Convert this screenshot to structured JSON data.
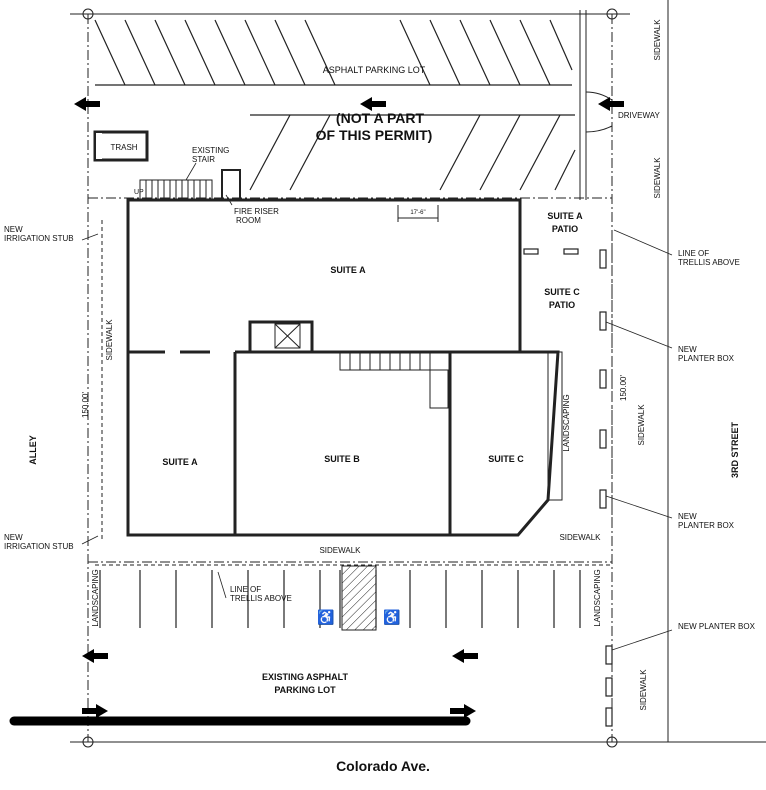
{
  "labels": {
    "asphalt_lot_top": "ASPHALT PARKING LOT",
    "not_part_1": "(NOT A PART",
    "not_part_2": "OF THIS PERMIT)",
    "trash": "TRASH",
    "existing_stair_1": "EXISTING",
    "existing_stair_2": "STAIR",
    "up": "UP",
    "fire_riser_1": "FIRE RISER",
    "fire_riser_2": "ROOM",
    "new_irrigation_top_1": "NEW",
    "new_irrigation_top_2": "IRRIGATION STUB",
    "new_irrigation_bot_1": "NEW",
    "new_irrigation_bot_2": "IRRIGATION STUB",
    "suite_a_top": "SUITE A",
    "suite_a_bottom": "SUITE A",
    "suite_b": "SUITE B",
    "suite_c": "SUITE C",
    "suite_a_patio_1": "SUITE A",
    "suite_a_patio_2": "PATIO",
    "suite_c_patio_1": "SUITE C",
    "suite_c_patio_2": "PATIO",
    "line_trellis_top_1": "LINE OF",
    "line_trellis_top_2": "TRELLIS ABOVE",
    "line_trellis_bot_1": "LINE OF",
    "line_trellis_bot_2": "TRELLIS ABOVE",
    "new_planter_1a": "NEW",
    "new_planter_1b": "PLANTER BOX",
    "new_planter_2a": "NEW",
    "new_planter_2b": "PLANTER BOX",
    "new_planter_3a": "NEW PLANTER BOX",
    "driveway": "DRIVEWAY",
    "sidewalk": "SIDEWALK",
    "landscaping": "LANDSCAPING",
    "alley": "ALLEY",
    "third_street": "3RD STREET",
    "dim_150_left": "150.00'",
    "dim_150_right": "150.00'",
    "dim_17": "17'-6\"",
    "existing_lot_1": "EXISTING ASPHALT",
    "existing_lot_2": "PARKING LOT",
    "colorado": "Colorado Ave."
  }
}
